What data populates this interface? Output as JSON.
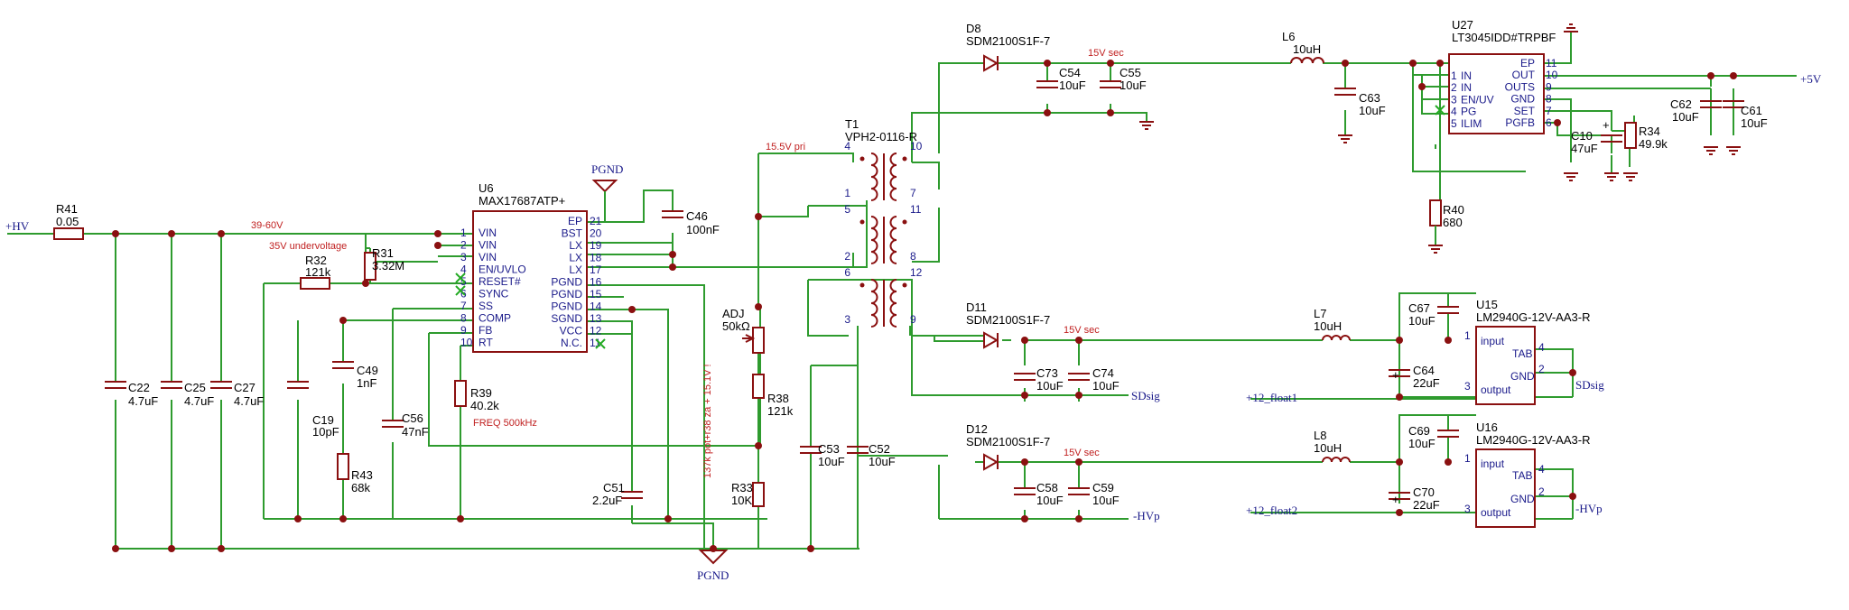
{
  "nets": {
    "hv_in": "+HV",
    "plus5": "+5V",
    "pgnd_top": "PGND",
    "pgnd_bottom": "PGND",
    "sdsig_a": "SDsig",
    "sdsig_b": "SDsig",
    "hvp_a": "-HVp",
    "hvp_b": "-HVp",
    "float1": "+12_float1",
    "float2": "+12_float2"
  },
  "notes": {
    "v39_60": "39-60V",
    "uvlo": "35V undervoltage",
    "freq": "FREQ 500kHz",
    "pri": "15.5V pri",
    "sec15_top": "15V sec",
    "sec15_mid": "15V sec",
    "sec15_bot": "15V sec",
    "pot_note": "137k pot+r38 za + 15.1V !"
  },
  "u6": {
    "ref": "U6",
    "part": "MAX17687ATP+",
    "left_pins": [
      {
        "num": "1",
        "name": "VIN"
      },
      {
        "num": "2",
        "name": "VIN"
      },
      {
        "num": "3",
        "name": "VIN"
      },
      {
        "num": "4",
        "name": "EN/UVLO"
      },
      {
        "num": "5",
        "name": "RESET#"
      },
      {
        "num": "6",
        "name": "SYNC"
      },
      {
        "num": "7",
        "name": "SS"
      },
      {
        "num": "8",
        "name": "COMP"
      },
      {
        "num": "9",
        "name": "FB"
      },
      {
        "num": "10",
        "name": "RT"
      }
    ],
    "right_pins": [
      {
        "num": "21",
        "name": "EP"
      },
      {
        "num": "20",
        "name": "BST"
      },
      {
        "num": "19",
        "name": "LX"
      },
      {
        "num": "18",
        "name": "LX"
      },
      {
        "num": "17",
        "name": "LX"
      },
      {
        "num": "16",
        "name": "PGND"
      },
      {
        "num": "15",
        "name": "PGND"
      },
      {
        "num": "14",
        "name": "PGND"
      },
      {
        "num": "13",
        "name": "SGND"
      },
      {
        "num": "12",
        "name": "VCC"
      },
      {
        "num": "11",
        "name": "N.C."
      }
    ]
  },
  "u27": {
    "ref": "U27",
    "part": "LT3045IDD#TRPBF",
    "left_pins": [
      {
        "num": "1",
        "name": "IN"
      },
      {
        "num": "2",
        "name": "IN"
      },
      {
        "num": "3",
        "name": "EN/UV"
      },
      {
        "num": "4",
        "name": "PG"
      },
      {
        "num": "5",
        "name": "ILIM"
      }
    ],
    "right_pins": [
      {
        "num": "11",
        "name": "EP"
      },
      {
        "num": "10",
        "name": "OUT"
      },
      {
        "num": "9",
        "name": "OUTS"
      },
      {
        "num": "8",
        "name": "GND"
      },
      {
        "num": "7",
        "name": "SET"
      },
      {
        "num": "6",
        "name": "PGFB"
      }
    ]
  },
  "u15": {
    "ref": "U15",
    "part": "LM2940G-12V-AA3-R",
    "pins": [
      {
        "num": "1",
        "name": "input"
      },
      {
        "num": "4",
        "name": "TAB"
      },
      {
        "num": "2",
        "name": "GND"
      },
      {
        "num": "3",
        "name": "output"
      }
    ]
  },
  "u16": {
    "ref": "U16",
    "part": "LM2940G-12V-AA3-R",
    "pins": [
      {
        "num": "1",
        "name": "input"
      },
      {
        "num": "4",
        "name": "TAB"
      },
      {
        "num": "2",
        "name": "GND"
      },
      {
        "num": "3",
        "name": "output"
      }
    ]
  },
  "t1": {
    "ref": "T1",
    "part": "VPH2-0116-R",
    "pins": [
      "4",
      "10",
      "1",
      "7",
      "5",
      "11",
      "2",
      "8",
      "6",
      "12",
      "3",
      "9"
    ]
  },
  "components": {
    "r41": {
      "ref": "R41",
      "value": "0.05"
    },
    "r31": {
      "ref": "R31",
      "value": "3.32M"
    },
    "r32": {
      "ref": "R32",
      "value": "121k"
    },
    "r39": {
      "ref": "R39",
      "value": "40.2k"
    },
    "r43": {
      "ref": "R43",
      "value": "68k"
    },
    "r38": {
      "ref": "R38",
      "value": "121k"
    },
    "r33": {
      "ref": "R33",
      "value": "10K"
    },
    "r40": {
      "ref": "R40",
      "value": "680"
    },
    "r34": {
      "ref": "R34",
      "value": "49.9k"
    },
    "adj": {
      "ref": "ADJ",
      "value": "50kΩ"
    },
    "c22": {
      "ref": "C22",
      "value": "4.7uF"
    },
    "c25": {
      "ref": "C25",
      "value": "4.7uF"
    },
    "c27": {
      "ref": "C27",
      "value": "4.7uF"
    },
    "c19": {
      "ref": "C19",
      "value": "10pF"
    },
    "c49": {
      "ref": "C49",
      "value": "1nF"
    },
    "c56": {
      "ref": "C56",
      "value": "47nF"
    },
    "c46": {
      "ref": "C46",
      "value": "100nF"
    },
    "c51": {
      "ref": "C51",
      "value": "2.2uF"
    },
    "c53": {
      "ref": "C53",
      "value": "10uF"
    },
    "c52": {
      "ref": "C52",
      "value": "10uF"
    },
    "c54": {
      "ref": "C54",
      "value": "10uF"
    },
    "c55": {
      "ref": "C55",
      "value": "10uF"
    },
    "c63": {
      "ref": "C63",
      "value": "10uF"
    },
    "c10": {
      "ref": "C10",
      "value": "47uF"
    },
    "c62": {
      "ref": "C62",
      "value": "10uF"
    },
    "c61": {
      "ref": "C61",
      "value": "10uF"
    },
    "c73": {
      "ref": "C73",
      "value": "10uF"
    },
    "c74": {
      "ref": "C74",
      "value": "10uF"
    },
    "c58": {
      "ref": "C58",
      "value": "10uF"
    },
    "c59": {
      "ref": "C59",
      "value": "10uF"
    },
    "c67": {
      "ref": "C67",
      "value": "10uF"
    },
    "c64": {
      "ref": "C64",
      "value": "22uF"
    },
    "c69": {
      "ref": "C69",
      "value": "10uF"
    },
    "c70": {
      "ref": "C70",
      "value": "22uF"
    },
    "l6": {
      "ref": "L6",
      "value": "10uH"
    },
    "l7": {
      "ref": "L7",
      "value": "10uH"
    },
    "l8": {
      "ref": "L8",
      "value": "10uH"
    },
    "d8": {
      "ref": "D8",
      "value": "SDM2100S1F-7"
    },
    "d11": {
      "ref": "D11",
      "value": "SDM2100S1F-7"
    },
    "d12": {
      "ref": "D12",
      "value": "SDM2100S1F-7"
    }
  },
  "colors": {
    "wire": "#2e9b2e",
    "symbol": "#8a1010",
    "pin_text": "#1a1a8a",
    "note_text": "#c02020"
  }
}
